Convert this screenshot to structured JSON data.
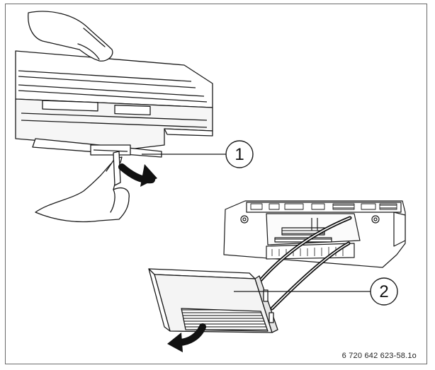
{
  "figure": {
    "callouts": [
      {
        "label": "1"
      },
      {
        "label": "2"
      }
    ],
    "figure_id": "6 720 642 623-58.1o",
    "colors": {
      "line": "#1a1a1a",
      "frame": "#6a6a6a",
      "shade": "#d8d8d8",
      "light": "#f2f2f2"
    }
  }
}
